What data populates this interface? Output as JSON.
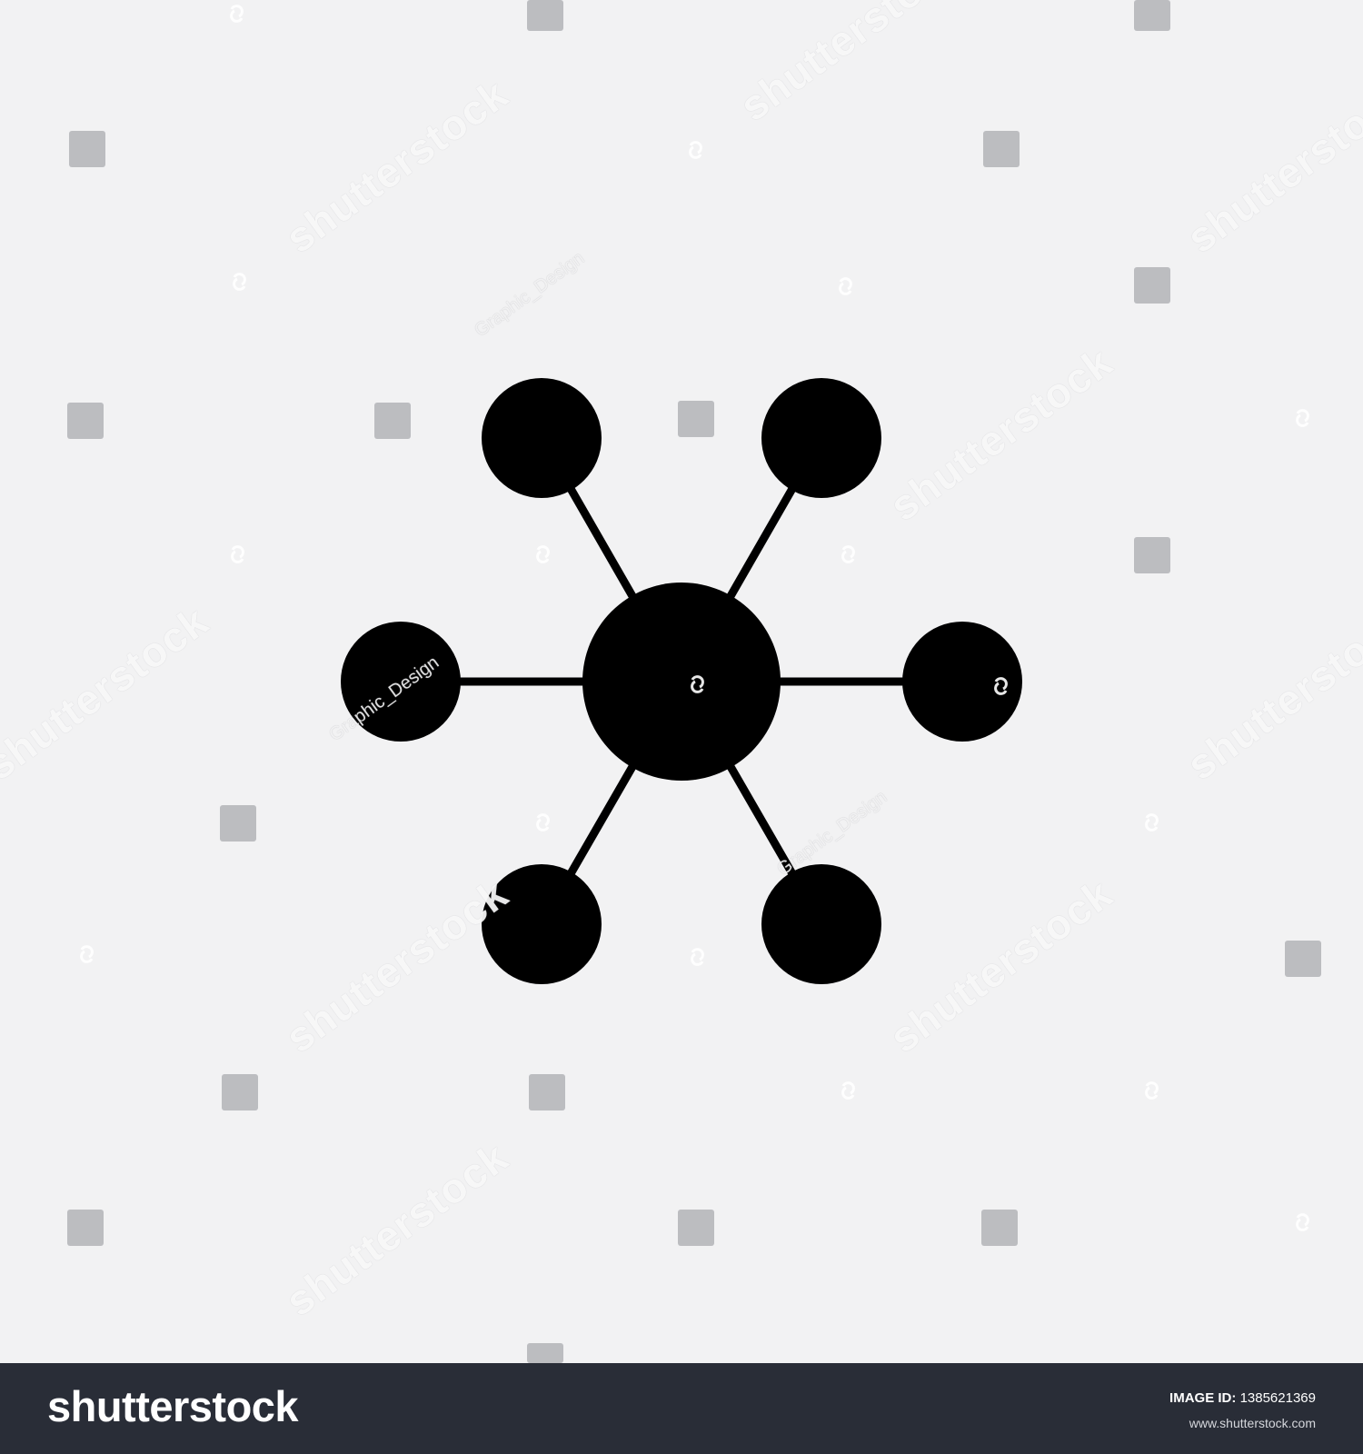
{
  "image": {
    "icon_name": "network-hub-icon",
    "background_color": "#f2f2f3",
    "icon_color": "#000000"
  },
  "watermark": {
    "brand": "shutterstock",
    "contributor": "Graphic_Design"
  },
  "footer": {
    "logo_text": "shutterstock",
    "image_id_label": "IMAGE ID:",
    "image_id": "1385621369",
    "site": "www.shutterstock.com",
    "background_color": "#292d37"
  }
}
